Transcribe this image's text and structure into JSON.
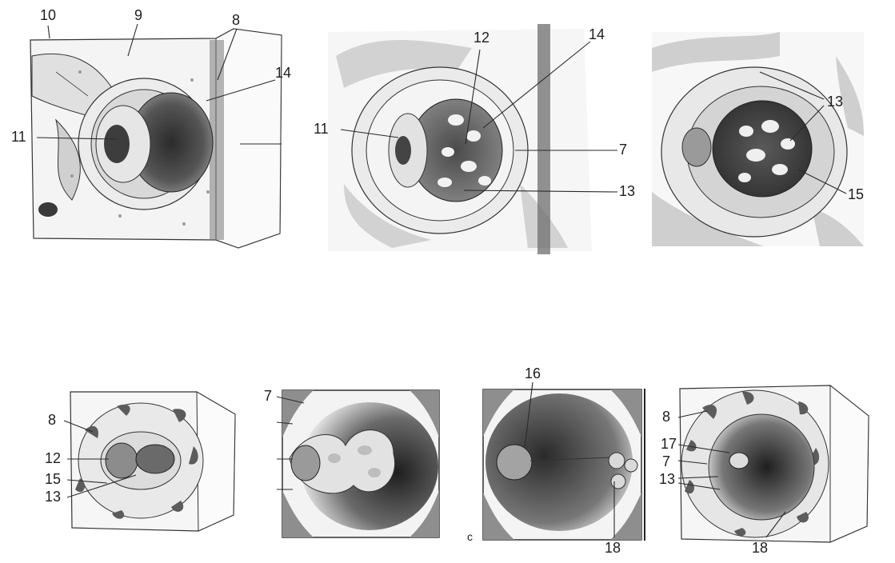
{
  "figure": {
    "panels": [
      {
        "id": "a",
        "labels": [
          "10",
          "9",
          "8",
          "14",
          "11"
        ]
      },
      {
        "id": "b",
        "labels": [
          "12",
          "14",
          "11",
          "7",
          "13"
        ]
      },
      {
        "id": "c",
        "labels": [
          "13",
          "15"
        ]
      },
      {
        "id": "d",
        "labels": [
          "8",
          "12",
          "15",
          "13"
        ]
      },
      {
        "id": "e",
        "labels": [
          "7"
        ]
      },
      {
        "id": "f",
        "labels": [
          "16",
          "18",
          "c"
        ]
      },
      {
        "id": "g",
        "labels": [
          "8",
          "17",
          "7",
          "13",
          "18"
        ]
      }
    ]
  },
  "colors": {
    "ink": "#1e1e1e",
    "tissue": "#e9e9e9",
    "mesenchyme": "#c9c9c9",
    "dark": "#3a3a3a"
  }
}
